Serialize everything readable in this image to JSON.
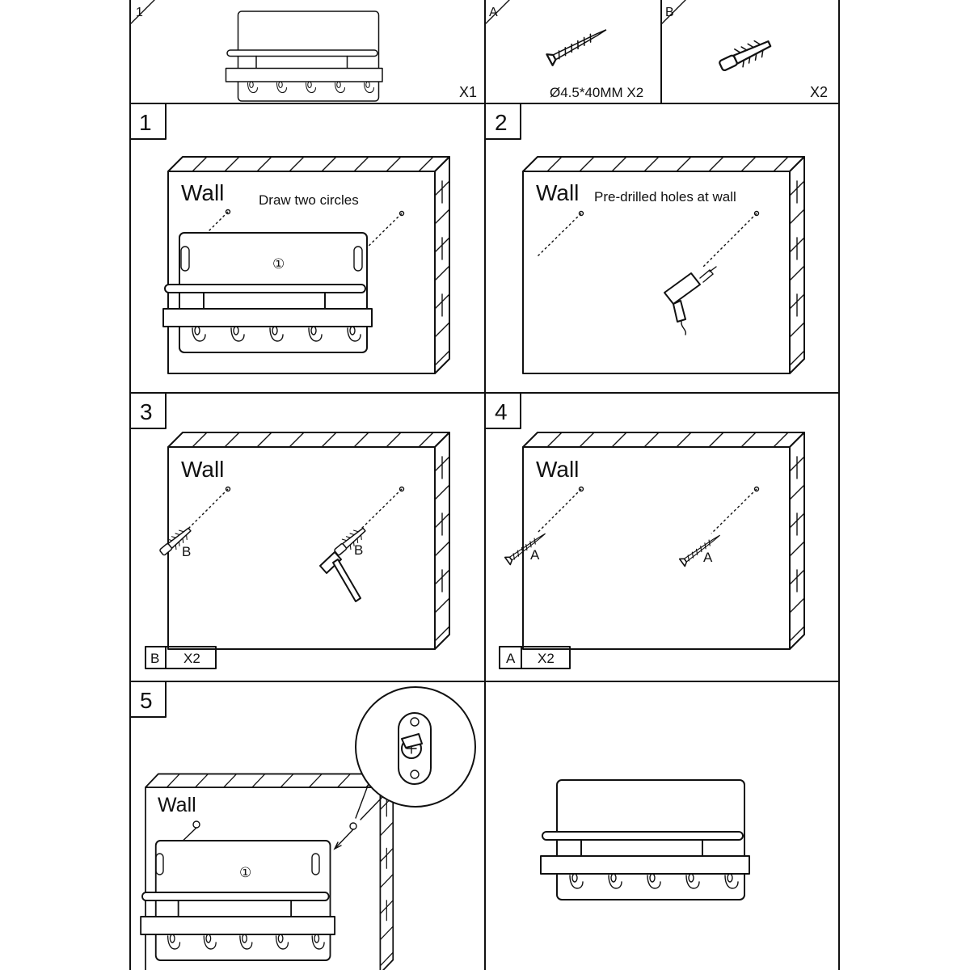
{
  "parts": {
    "part1": {
      "id": "1",
      "qty": "X1"
    },
    "partA": {
      "id": "A",
      "qty": "Ø4.5*40MM X2"
    },
    "partB": {
      "id": "B",
      "qty": "X2"
    }
  },
  "steps": {
    "s1": {
      "number": "1",
      "wall_label": "Wall",
      "instruction": "Draw two circles",
      "part_marker": "①"
    },
    "s2": {
      "number": "2",
      "wall_label": "Wall",
      "instruction": "Pre-drilled holes at wall"
    },
    "s3": {
      "number": "3",
      "wall_label": "Wall",
      "part_left": "B",
      "part_right": "B",
      "footer_part": "B",
      "footer_qty": "X2"
    },
    "s4": {
      "number": "4",
      "wall_label": "Wall",
      "part_left": "A",
      "part_right": "A",
      "footer_part": "A",
      "footer_qty": "X2"
    },
    "s5": {
      "number": "5",
      "wall_label": "Wall",
      "part_marker": "①"
    }
  }
}
